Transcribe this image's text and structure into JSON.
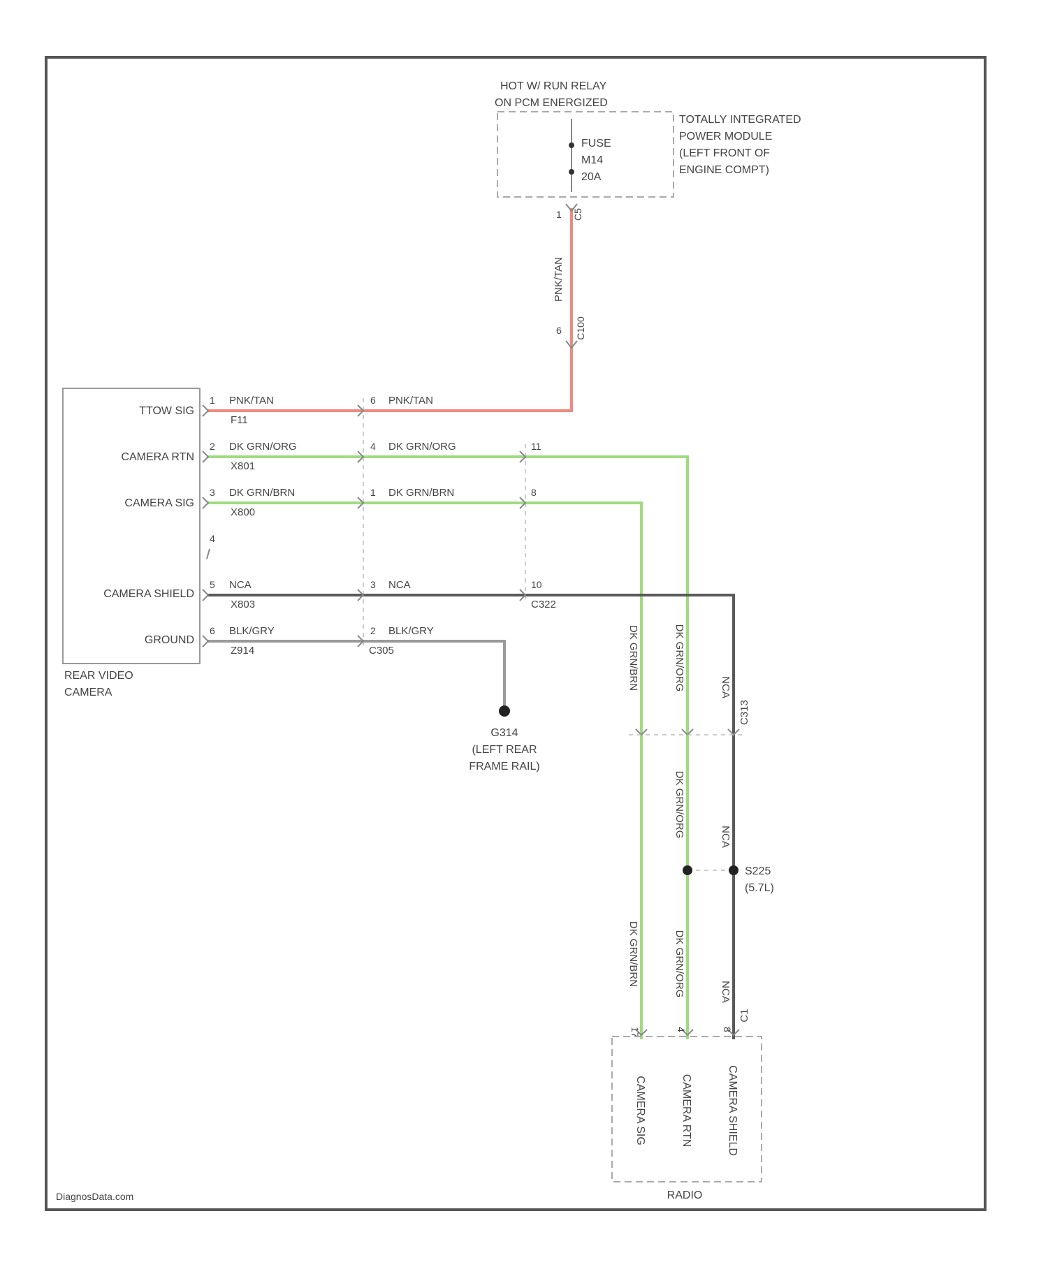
{
  "relay": {
    "label_line1": "HOT W/ RUN RELAY",
    "label_line2": "ON PCM ENERGIZED",
    "fuse_line1": "FUSE",
    "fuse_line2": "M14",
    "fuse_line3": "20A",
    "module_line1": "TOTALLY INTEGRATED",
    "module_line2": "POWER MODULE",
    "module_line3": "(LEFT FRONT OF",
    "module_line4": "ENGINE COMPT)",
    "pin_top": "1",
    "conn_top": "C5",
    "wire_vertical": "PNK/TAN",
    "pin_mid": "6",
    "conn_mid": "C100"
  },
  "camera": {
    "label_line1": "REAR VIDEO",
    "label_line2": "CAMERA",
    "pins": [
      {
        "name": "TTOW SIG",
        "num": "1",
        "wire": "PNK/TAN",
        "circuit": "F11"
      },
      {
        "name": "CAMERA RTN",
        "num": "2",
        "wire": "DK GRN/ORG",
        "circuit": "X801"
      },
      {
        "name": "CAMERA SIG",
        "num": "3",
        "wire": "DK GRN/BRN",
        "circuit": "X800"
      },
      {
        "name": "",
        "num": "4",
        "wire": "",
        "circuit": ""
      },
      {
        "name": "CAMERA SHIELD",
        "num": "5",
        "wire": "NCA",
        "circuit": "X803"
      },
      {
        "name": "GROUND",
        "num": "6",
        "wire": "BLK/GRY",
        "circuit": "Z914"
      }
    ]
  },
  "inline1": {
    "pins": [
      {
        "num": "6",
        "wire": "PNK/TAN"
      },
      {
        "num": "4",
        "wire": "DK GRN/ORG"
      },
      {
        "num": "1",
        "wire": "DK GRN/BRN"
      },
      {
        "num": "3",
        "wire": "NCA"
      },
      {
        "num": "2",
        "wire": "BLK/GRY"
      }
    ],
    "conn_label": "C305"
  },
  "inline2": {
    "pins": [
      {
        "num": "11"
      },
      {
        "num": "8"
      },
      {
        "num": "10"
      }
    ],
    "conn_label": "C322"
  },
  "ground_point": {
    "line1": "G314",
    "line2": "(LEFT REAR",
    "line3": "FRAME RAIL)"
  },
  "vertical_wires": {
    "sig_upper": "DK GRN/BRN",
    "rtn_upper": "DK GRN/ORG",
    "shield_upper": "NCA",
    "conn_upper": "C313",
    "rtn_mid": "DK GRN/ORG",
    "shield_mid": "NCA",
    "splice_line1": "S225",
    "splice_line2": "(5.7L)",
    "sig_lower": "DK GRN/BRN",
    "rtn_lower": "DK GRN/ORG",
    "shield_lower": "NCA",
    "conn_lower": "C1"
  },
  "radio": {
    "label": "RADIO",
    "pin_sig": "17",
    "pin_rtn": "4",
    "pin_shield": "8",
    "col_sig": "CAMERA SIG",
    "col_rtn": "CAMERA RTN",
    "col_shield": "CAMERA SHIELD"
  },
  "watermark": "DiagnosData.com",
  "colors": {
    "frame": "#555555",
    "red_wire": "#f08a80",
    "green_wire": "#9fdc7f",
    "dark_wire": "#5a5a5a",
    "gray_wire": "#9a9a9a",
    "dashed": "#aaaaaa"
  }
}
